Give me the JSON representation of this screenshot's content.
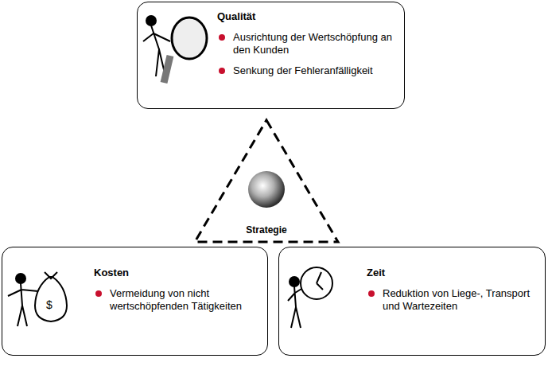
{
  "diagram": {
    "nodes": [
      {
        "text": [
          "Qualität",
          "Ausrichtung der Wertschöpfung an den Kunden",
          "Senkung der Fehleranfälligkeit"
        ]
      },
      {
        "text": [
          "Strategie"
        ]
      },
      {
        "text": [
          "Kosten",
          "Vermeidung von nicht wertschöpfenden Tätigkeiten"
        ]
      },
      {
        "text": [
          "Zeit",
          "Reduktion von Liege-, Transport und Wartezeiten"
        ]
      }
    ]
  }
}
